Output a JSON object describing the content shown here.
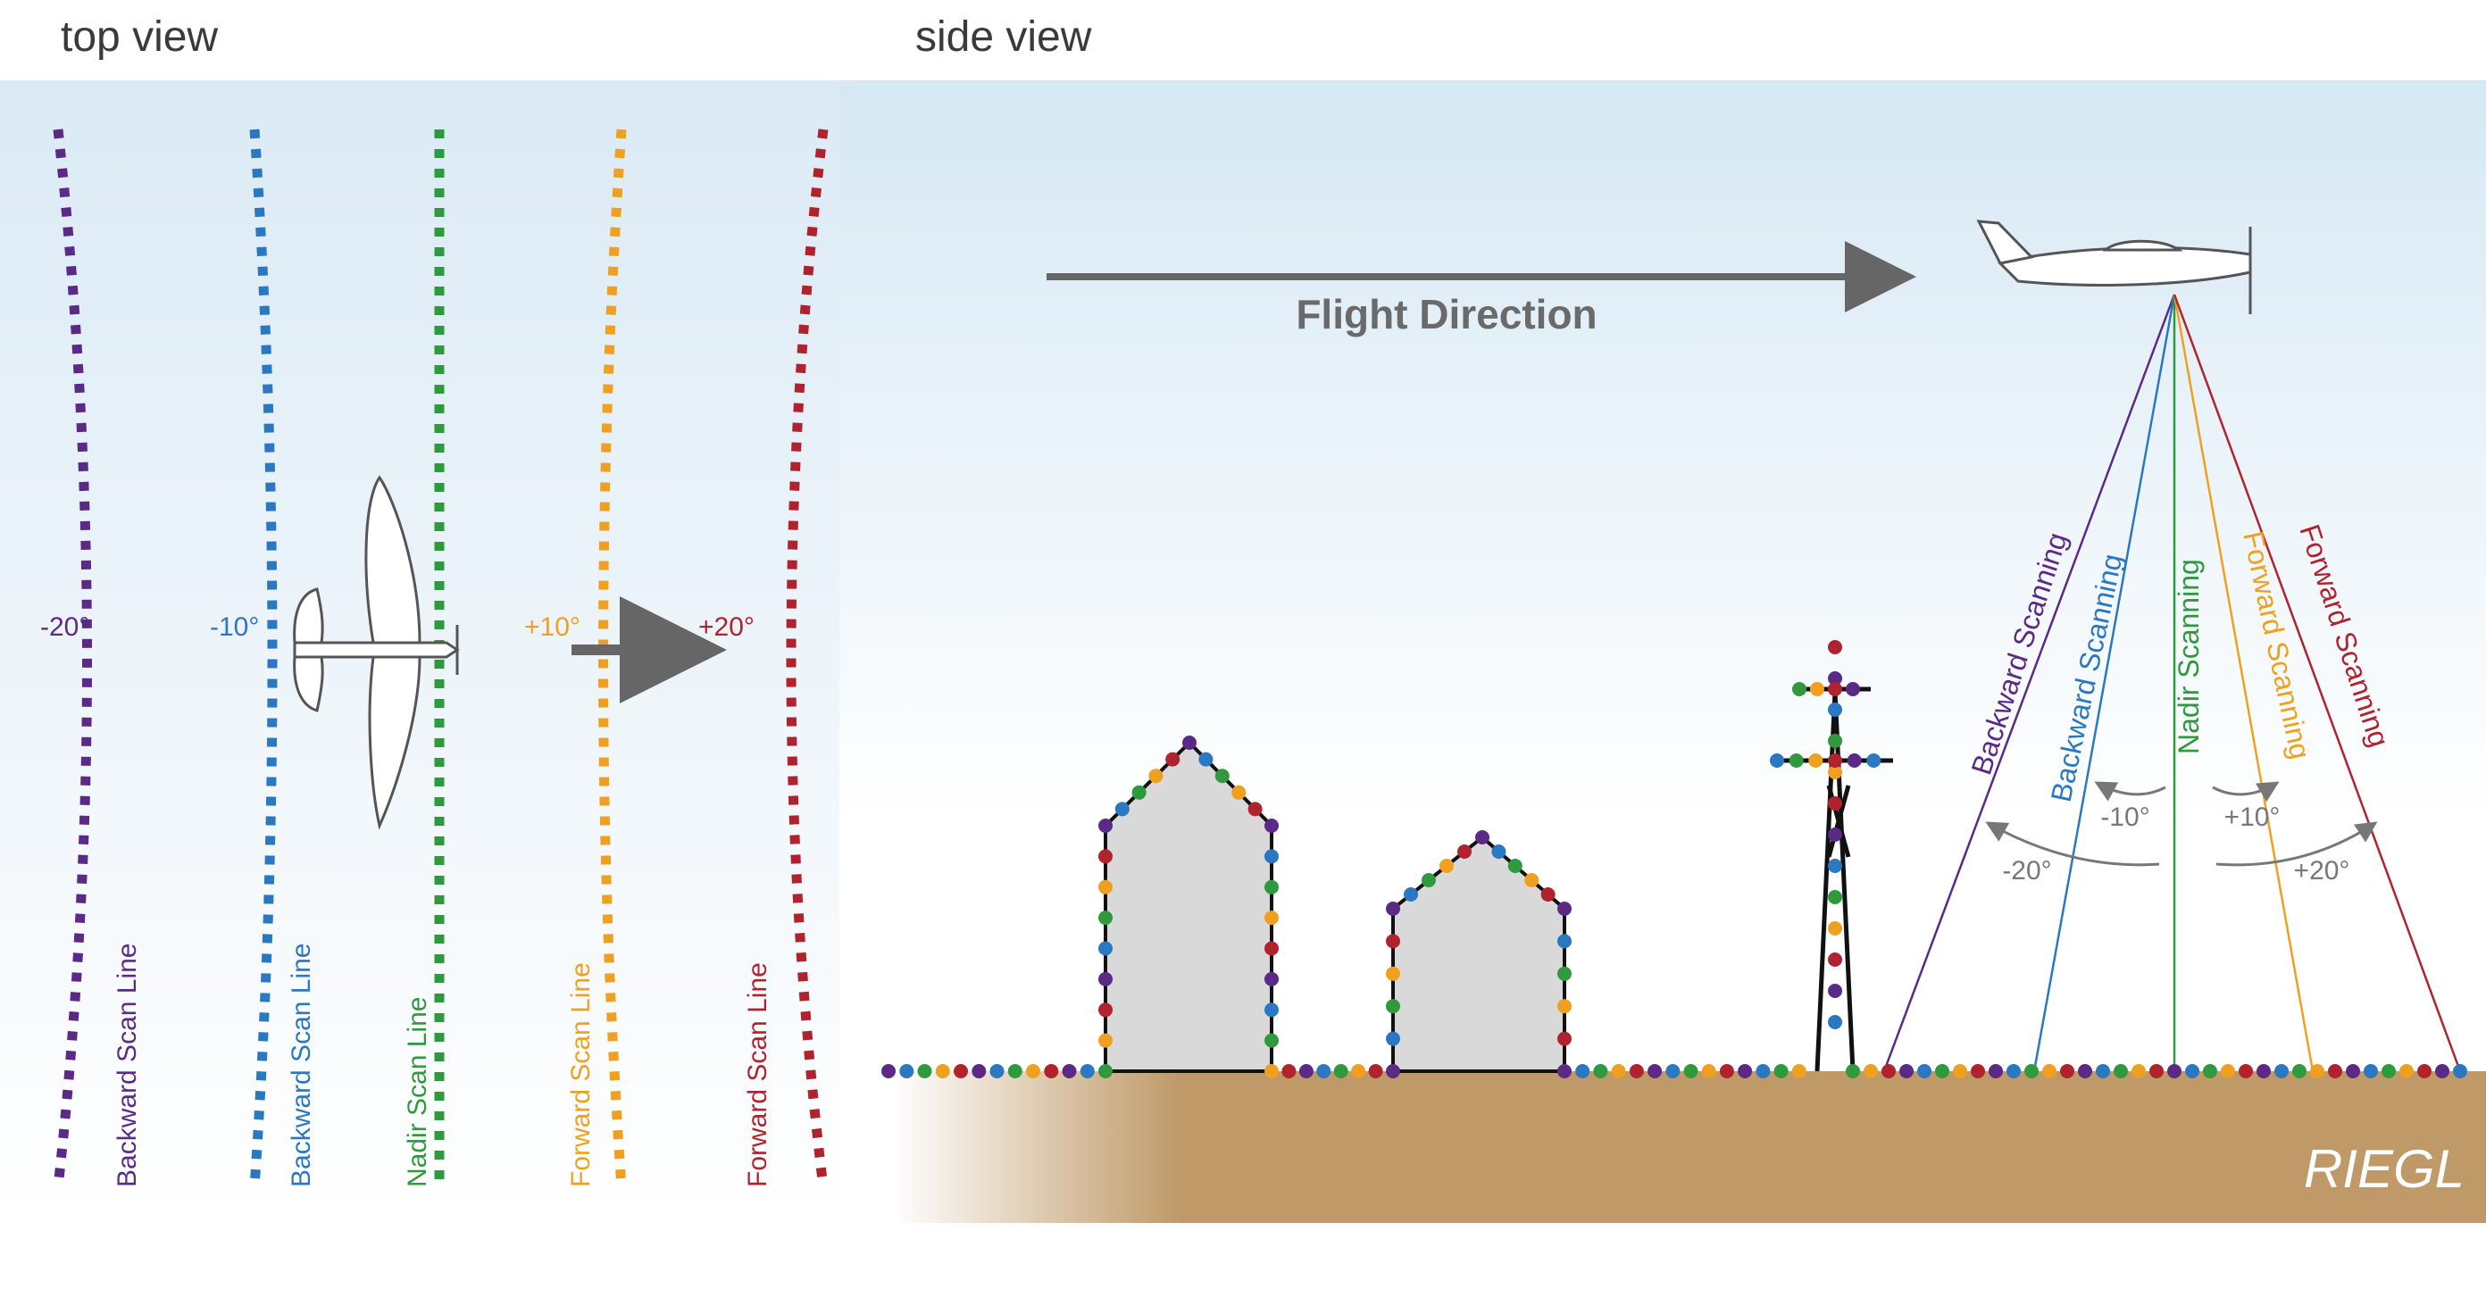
{
  "titles": {
    "top_view": "top view",
    "side_view": "side view"
  },
  "top_view": {
    "lines": [
      {
        "key": "backward20",
        "angle_label": "-20°",
        "line_label": "Backward Scan Line",
        "color": "#5b2a86"
      },
      {
        "key": "backward10",
        "angle_label": "-10°",
        "line_label": "Backward Scan Line",
        "color": "#2a78c2"
      },
      {
        "key": "nadir",
        "angle_label": "",
        "line_label": "Nadir Scan Line",
        "color": "#2e9a3d"
      },
      {
        "key": "forward10",
        "angle_label": "+10°",
        "line_label": "Forward Scan Line",
        "color": "#f0a020"
      },
      {
        "key": "forward20",
        "angle_label": "+20°",
        "line_label": "Forward Scan Line",
        "color": "#b0232e"
      }
    ]
  },
  "side_view": {
    "flight_direction": "Flight Direction",
    "beams": [
      {
        "key": "backward20",
        "label": "Backward Scanning",
        "color": "#5b2a86"
      },
      {
        "key": "backward10",
        "label": "Backward Scanning",
        "color": "#2a78c2"
      },
      {
        "key": "nadir",
        "label": "Nadir Scanning",
        "color": "#2e9a3d"
      },
      {
        "key": "forward10",
        "label": "Forward Scanning",
        "color": "#f0a020"
      },
      {
        "key": "forward20",
        "label": "Forward Scanning",
        "color": "#b0232e"
      }
    ],
    "angles": {
      "minus10": "-10°",
      "plus10": "+10°",
      "minus20": "-20°",
      "plus20": "+20°"
    },
    "brand": "RIEGL"
  },
  "colors": {
    "ground": "#bf9a68",
    "building": "#d9d9d9",
    "arrow": "#666666",
    "sky_top": "#dbeaf5",
    "angle_text": "#777777"
  }
}
